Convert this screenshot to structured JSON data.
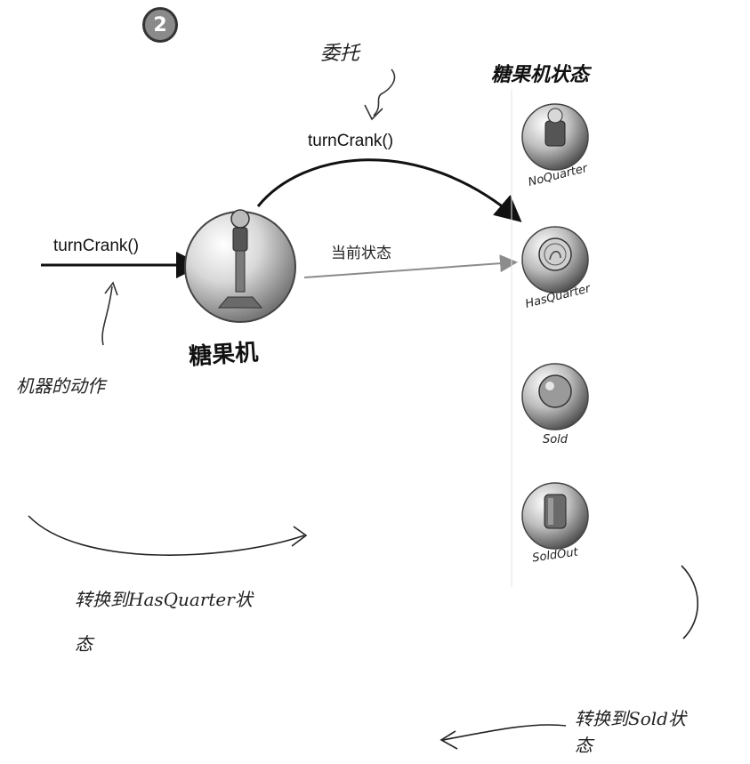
{
  "step_number": "2",
  "delegate_note": "委托",
  "machine_action_note": "机器的动作",
  "input_call": "turnCrank()",
  "delegated_call": "turnCrank()",
  "current_state_label": "当前状态",
  "machine_label": "糖果机",
  "states_title": "糖果机状态",
  "states": [
    {
      "name": "NoQuarter",
      "icon": "gumball-jar-icon"
    },
    {
      "name": "HasQuarter",
      "icon": "quarter-coin-icon"
    },
    {
      "name": "Sold",
      "icon": "gumball-icon"
    },
    {
      "name": "SoldOut",
      "icon": "empty-jar-icon"
    }
  ],
  "transition_notes": {
    "to_has_quarter_line1": "转换到HasQuarter状",
    "to_has_quarter_line2": "态",
    "to_sold_line1": "转换到Sold状",
    "to_sold_line2": "态"
  },
  "colors": {
    "arrow": "#111111",
    "faint_arrow": "#8c8c8c",
    "sphere_light": "#f4f4f4",
    "sphere_dark": "#7a7a7a"
  }
}
